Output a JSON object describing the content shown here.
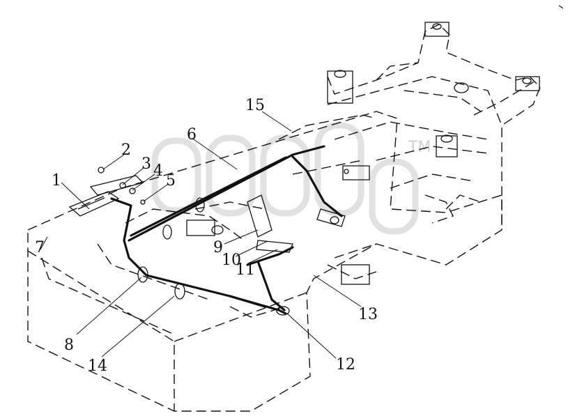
{
  "diagram": {
    "watermark": "TM",
    "callouts": [
      {
        "id": "c1",
        "label": "1"
      },
      {
        "id": "c2",
        "label": "2"
      },
      {
        "id": "c3",
        "label": "3"
      },
      {
        "id": "c4",
        "label": "4"
      },
      {
        "id": "c5",
        "label": "5"
      },
      {
        "id": "c6",
        "label": "6"
      },
      {
        "id": "c7",
        "label": "7"
      },
      {
        "id": "c8",
        "label": "8"
      },
      {
        "id": "c9",
        "label": "9"
      },
      {
        "id": "c10",
        "label": "10"
      },
      {
        "id": "c11",
        "label": "11"
      },
      {
        "id": "c12",
        "label": "12"
      },
      {
        "id": "c13",
        "label": "13"
      },
      {
        "id": "c14",
        "label": "14"
      },
      {
        "id": "c15",
        "label": "15"
      }
    ]
  }
}
